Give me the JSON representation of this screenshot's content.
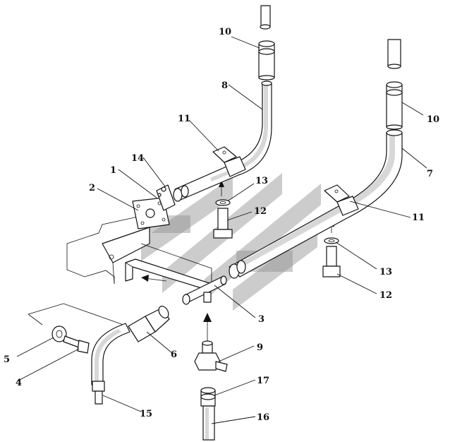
{
  "diagram": {
    "callouts": [
      {
        "id": "1",
        "label": "1"
      },
      {
        "id": "2",
        "label": "2"
      },
      {
        "id": "3",
        "label": "3"
      },
      {
        "id": "4",
        "label": "4"
      },
      {
        "id": "5",
        "label": "5"
      },
      {
        "id": "6",
        "label": "6"
      },
      {
        "id": "7",
        "label": "7"
      },
      {
        "id": "8",
        "label": "8"
      },
      {
        "id": "9",
        "label": "9"
      },
      {
        "id": "10a",
        "label": "10"
      },
      {
        "id": "10b",
        "label": "10"
      },
      {
        "id": "11a",
        "label": "11"
      },
      {
        "id": "11b",
        "label": "11"
      },
      {
        "id": "12a",
        "label": "12"
      },
      {
        "id": "12b",
        "label": "12"
      },
      {
        "id": "13a",
        "label": "13"
      },
      {
        "id": "13b",
        "label": "13"
      },
      {
        "id": "14",
        "label": "14"
      },
      {
        "id": "15",
        "label": "15"
      },
      {
        "id": "16",
        "label": "16"
      },
      {
        "id": "17",
        "label": "17"
      }
    ],
    "colors": {
      "line": "#111111",
      "background": "#ffffff",
      "watermark": "#8e8e8e"
    }
  }
}
